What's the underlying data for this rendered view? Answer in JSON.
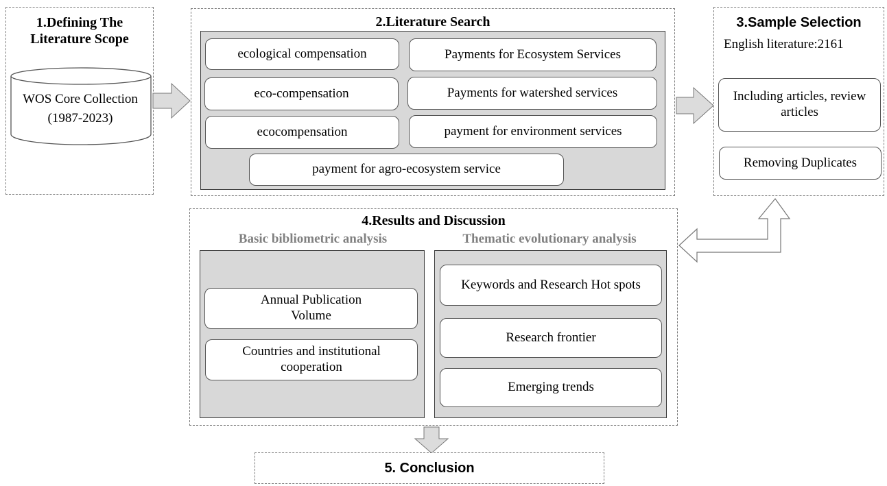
{
  "section1": {
    "title": "1.Defining The Literature Scope",
    "database": "WOS Core Collection (1987-2023)"
  },
  "section2": {
    "title": "2.Literature Search",
    "terms": [
      "ecological compensation",
      "Payments for Ecosystem Services",
      "eco-compensation",
      "Payments for watershed services",
      "ecocompensation",
      "payment for environment services",
      "payment for agro-ecosystem service"
    ]
  },
  "section3": {
    "title": "3.Sample Selection",
    "count_text": "English literature:2161",
    "steps": [
      "Including articles, review articles",
      "Removing Duplicates"
    ]
  },
  "section4": {
    "title": "4.Results and Discussion",
    "left": {
      "heading": "Basic bibliometric analysis",
      "items": [
        "Annual Publication Volume",
        "Countries and institutional cooperation"
      ]
    },
    "right": {
      "heading": "Thematic evolutionary analysis",
      "items": [
        "Keywords and Research Hot spots",
        "Research frontier",
        "Emerging trends"
      ]
    }
  },
  "section5": {
    "title": "5. Conclusion"
  },
  "colors": {
    "panel_fill": "#d8d8d8",
    "arrow_fill": "#dcdcdc",
    "subtitle_grey": "#808080"
  }
}
